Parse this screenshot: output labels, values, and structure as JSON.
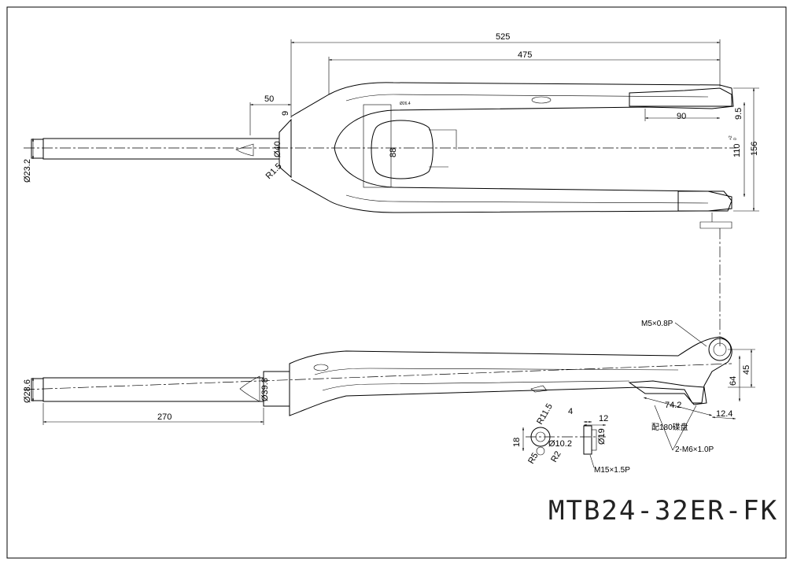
{
  "drawing": {
    "part_number": "MTB24-32ER-FK",
    "top_view": {
      "dimensions": {
        "overall_length": "525",
        "blade_length": "475",
        "crown_length": "50",
        "crown_step": "9",
        "steerer_diameter": "Ø23.2",
        "crown_race_diameter": "Ø40",
        "radius": "R1.5",
        "tire_clearance": "88",
        "dropout_depth": "90",
        "dropout_offset": "9.5",
        "axle_spacing": "110",
        "axle_tolerance_upper": "+2",
        "axle_tolerance_lower": "0",
        "overall_width": "156"
      },
      "small_text": "Ø26.4"
    },
    "side_view": {
      "dimensions": {
        "steerer_length": "270",
        "steerer_diameter": "Ø28.6",
        "crown_race_diameter": "Ø39.8",
        "dropout_height": "45",
        "axle_height": "64",
        "brake_mount_spacing": "74.2",
        "brake_mount_offset": "12.4"
      },
      "notes": {
        "bolt_thread": "M5×0.8P",
        "disc_note": "配180碟盘",
        "mount_threads": "2-M6×1.0P"
      }
    },
    "axle_detail": {
      "dimensions": {
        "radius_outer": "R11.5",
        "width_a": "4",
        "width_b": "12",
        "bore": "Ø10.2",
        "height": "18",
        "outer_diameter": "Ø19",
        "radius_5": "R5",
        "radius_2": "R2"
      },
      "thread_note": "M15×1.5P"
    }
  }
}
